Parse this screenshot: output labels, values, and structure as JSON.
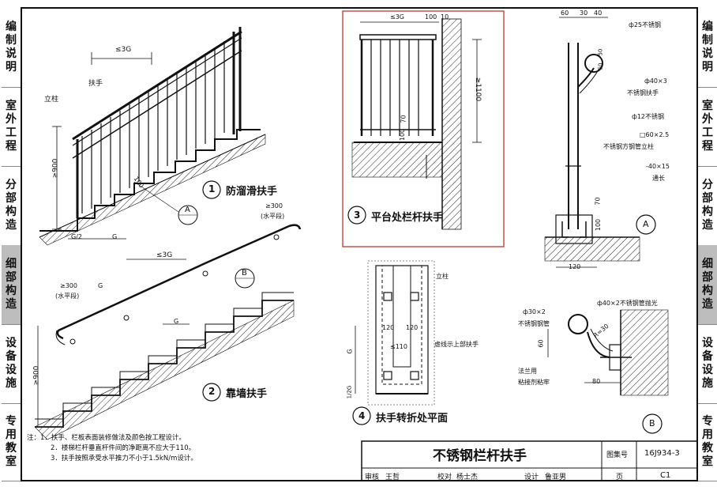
{
  "left_tabs": [
    "编制说明",
    "室外工程",
    "分部构造",
    "细部构造",
    "设备设施",
    "专用教室"
  ],
  "right_tabs": [
    "编制说明",
    "室外工程",
    "分部构造",
    "细部构造",
    "设备设施",
    "专用教室"
  ],
  "active_tab_index": 3,
  "highlight_color": "#c0392b",
  "details": {
    "d1": {
      "num": "1",
      "title": "防溜滑扶手",
      "labels": {
        "post": "立柱",
        "handrail": "扶手",
        "spacing": "≤3G",
        "height": "≥900",
        "g_half": "G/2",
        "g": "G",
        "h100": "100",
        "callout": "A"
      }
    },
    "d2": {
      "num": "2",
      "title": "靠墙扶手",
      "labels": {
        "spacing": "≤3G",
        "h300l": "≥300",
        "horiz_l": "(水平段)",
        "g": "G",
        "h300r": "≥300",
        "horiz_r": "(水平段)",
        "g2": "G",
        "height": "≥900",
        "callout": "B"
      }
    },
    "d3": {
      "num": "3",
      "title": "平台处栏杆扶手",
      "labels": {
        "spacing": "≤3G",
        "d100": "100",
        "d10": "10",
        "height": "≥1100",
        "d70": "70",
        "d100b": "100"
      }
    },
    "d4": {
      "num": "4",
      "title": "扶手转折处平面",
      "labels": {
        "post": "立柱",
        "d120a": "120",
        "d120b": "120",
        "lt110": "≤110",
        "dash_note": "虚线示上部扶手",
        "g": "G",
        "g2": "1/2G"
      }
    },
    "dA": {
      "num": "A",
      "labels": {
        "d60": "60",
        "d30": "30",
        "d40": "40",
        "rail": "ф25不锈钢",
        "d50a": "50",
        "d50b": "50",
        "tube": "ф40×3",
        "tube2": "不锈钢扶手",
        "bar": "ф12不锈钢",
        "post1": "□60×2.5",
        "post2": "不锈钢方钢管立柱",
        "flat": "-40×15",
        "flat2": "通长",
        "d70": "70",
        "d100": "100",
        "d120": "120"
      }
    },
    "dB": {
      "num": "B",
      "labels": {
        "top": "ф40×2不锈钢管抛光",
        "pipe": "ф30×2",
        "pipe2": "不锈钢钢管",
        "r": "R=30",
        "d60": "60",
        "flange": "法兰用",
        "glue": "粘接剂粘牢",
        "d80": "80"
      }
    }
  },
  "notes": [
    "注：1．扶手、栏板表面装修做法及颜色按工程设计。",
    "2．楼梯栏杆垂直杆件间的净距离不应大于110。",
    "3．扶手按照承受水平推力不小于1.5kN/m设计。"
  ],
  "title_block": {
    "title": "不锈钢栏杆扶手",
    "atlas_label": "图集号",
    "atlas_no": "16J934-3",
    "page_label": "页",
    "page_no": "C1",
    "review": "审核",
    "reviewer": "王哲",
    "check": "校对",
    "checker": "杨士杰",
    "design": "设计",
    "designer": "鲁亚男"
  }
}
